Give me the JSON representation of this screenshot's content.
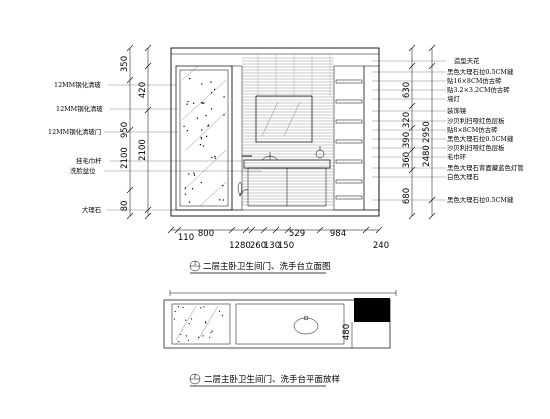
{
  "elevation": {
    "bottom_dims": [
      "110",
      "800",
      "1280",
      "260",
      "130",
      "150",
      "529",
      "984",
      "240"
    ],
    "left_dims_outer": [
      "350",
      "950",
      "2100",
      "80"
    ],
    "left_dims_inner": [
      "420",
      "2100"
    ],
    "right_dims_inner": [
      "630",
      "320",
      "390",
      "360",
      "680"
    ],
    "right_dims_outer": [
      "2950",
      "2480"
    ],
    "left_notes": [
      "12MM钢化清玻",
      "12MM钢化清玻",
      "12MM钢化清玻门",
      "挂毛巾杆",
      "洗脸盆位",
      "大理石"
    ],
    "right_notes": [
      "造型天花",
      "黑色大理石拉0.5CM缝",
      "贴16×8CM仿古砖",
      "贴3.2×3.2CM仿古砖",
      "墙灯",
      "装饰镜",
      "沙贝利扫哑红色层板",
      "贴8×8CM仿古砖",
      "黑色大理石拉0.5CM缝",
      "沙贝利扫哑红色层板",
      "毛巾环",
      "黑色大理石背面藏蓝色灯管",
      "白色大理石",
      "黑色大理石拉0.5CM缝"
    ],
    "caption": "二层主卧卫生间门、洗手台立面图",
    "caption_index": "1"
  },
  "plan": {
    "dim": "480",
    "caption": "二层主卧卫生间门、洗手台平面放样",
    "caption_index": "2"
  }
}
